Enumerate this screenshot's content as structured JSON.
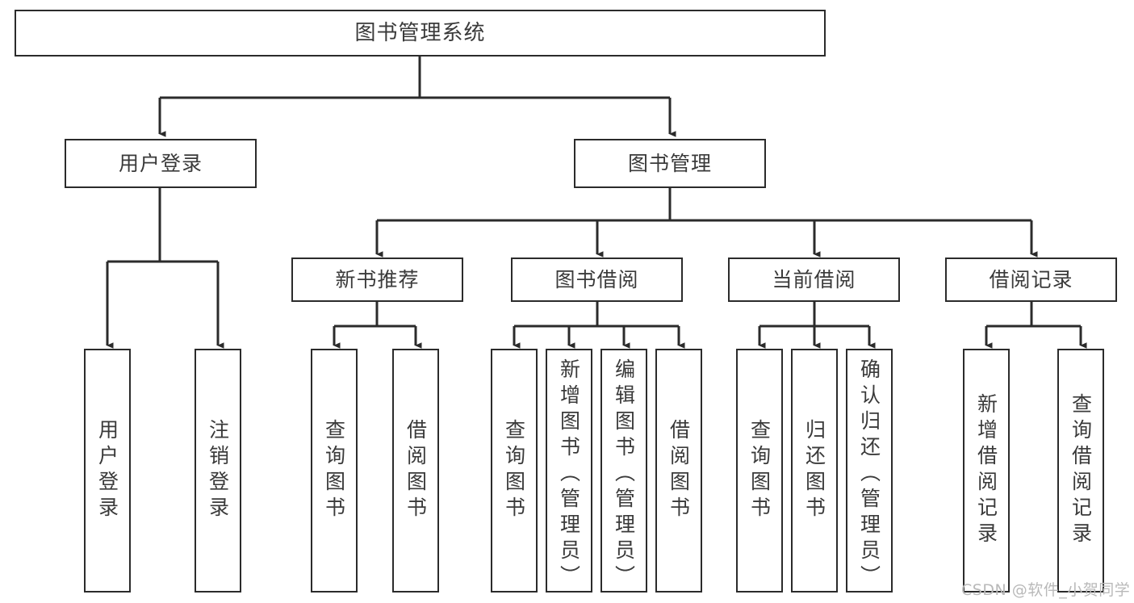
{
  "diagram": {
    "type": "tree",
    "title": "图书管理系统",
    "watermark": "CSDN @软件_小贺同学",
    "colors": {
      "stroke": "#2b2b2b",
      "fill": "#ffffff",
      "text": "#3a3a3a",
      "watermark": "#b9b9b9",
      "background": "#ffffff"
    },
    "nodes": {
      "root": {
        "label": "图书管理系统"
      },
      "level1": [
        {
          "label": "用户登录"
        },
        {
          "label": "图书管理"
        }
      ],
      "level2": [
        {
          "label": "新书推荐"
        },
        {
          "label": "图书借阅"
        },
        {
          "label": "当前借阅"
        },
        {
          "label": "借阅记录"
        }
      ],
      "leaves_login": [
        {
          "label": "用户登录"
        },
        {
          "label": "注销登录"
        }
      ],
      "leaves_newbook": [
        {
          "label": "查询图书"
        },
        {
          "label": "借阅图书"
        }
      ],
      "leaves_borrow": [
        {
          "label": "查询图书"
        },
        {
          "label": "新增图书（管理员）"
        },
        {
          "label": "编辑图书（管理员）"
        },
        {
          "label": "借阅图书"
        }
      ],
      "leaves_current": [
        {
          "label": "查询图书"
        },
        {
          "label": "归还图书"
        },
        {
          "label": "确认归还（管理员）"
        }
      ],
      "leaves_records": [
        {
          "label": "新增借阅记录"
        },
        {
          "label": "查询借阅记录"
        }
      ]
    }
  }
}
